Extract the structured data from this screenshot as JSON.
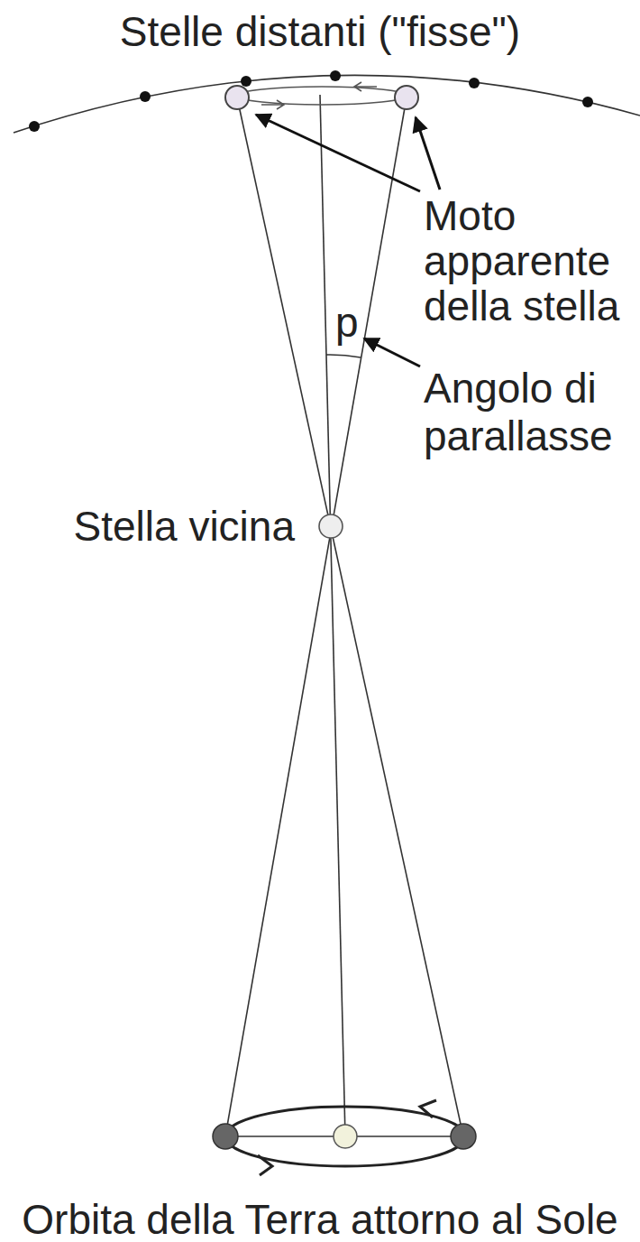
{
  "diagram": {
    "title": "Stelle distanti (\"fisse\")",
    "caption": "Orbita della Terra attorno al Sole",
    "nodes": [
      {
        "text": [
          "Stella vicina"
        ]
      }
    ],
    "labels": [
      "Moto apparente della stella",
      "p",
      "Angolo di parallasse"
    ]
  }
}
